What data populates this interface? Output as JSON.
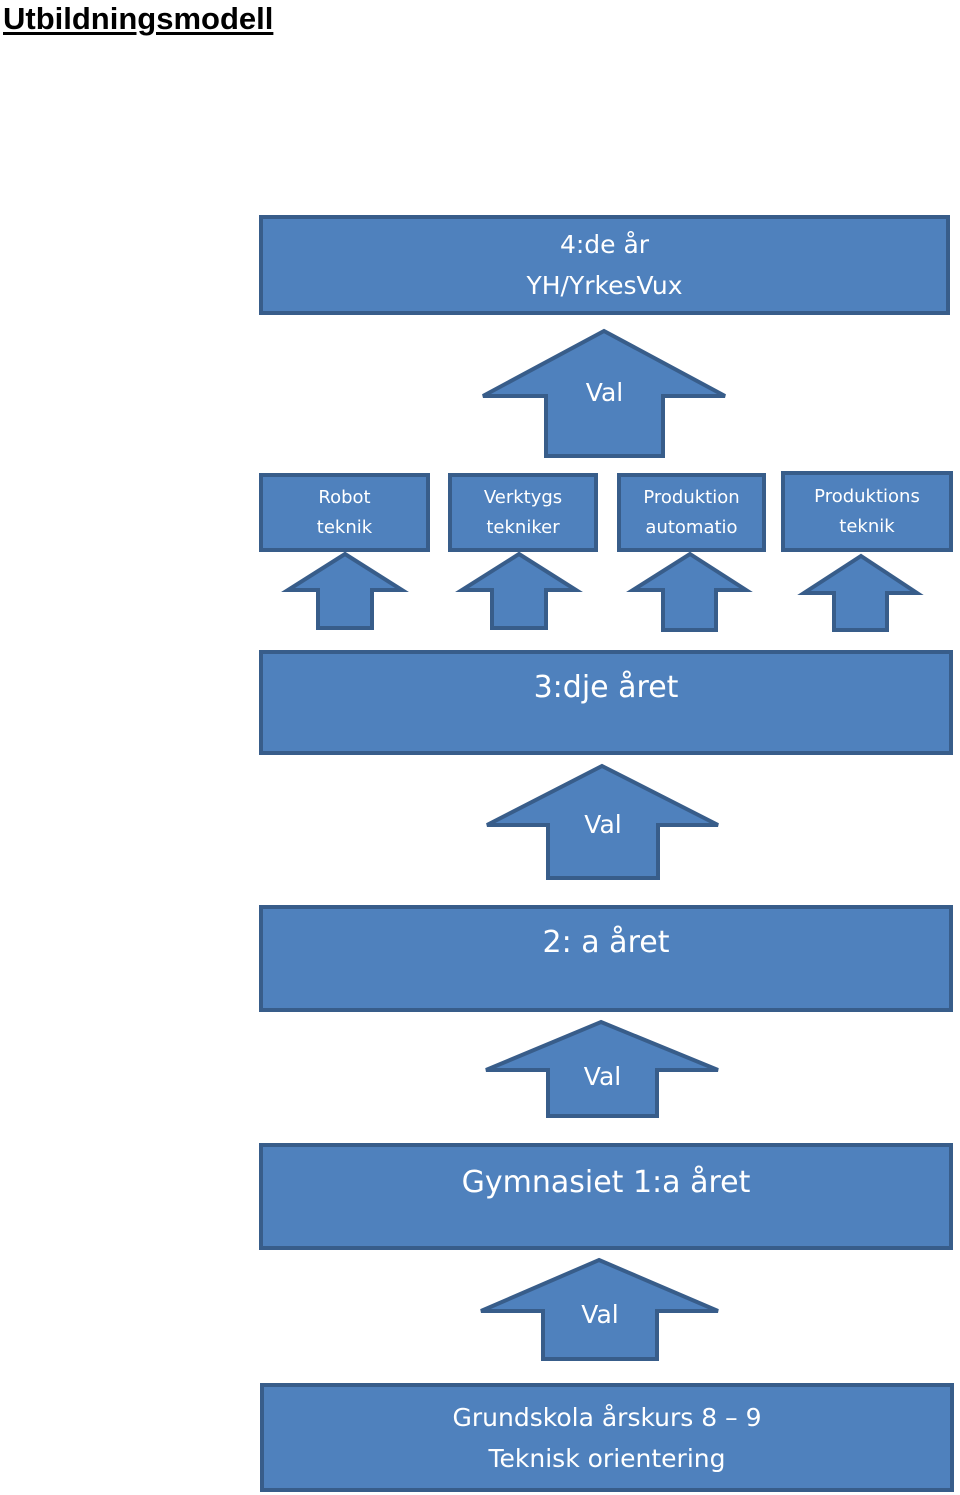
{
  "title": "Utbildningsmodell",
  "levels": {
    "year4": {
      "line1": "4:de år",
      "line2": "YH/YrkesVux"
    },
    "specializations": [
      {
        "line1": "Robot",
        "line2": "teknik"
      },
      {
        "line1": "Verktygs",
        "line2": "tekniker"
      },
      {
        "line1": "Produktion",
        "line2": "automatio"
      },
      {
        "line1": "Produktions",
        "line2": "teknik"
      }
    ],
    "year3": {
      "label": "3:dje året"
    },
    "year2": {
      "label": "2: a året"
    },
    "year1": {
      "label": "Gymnasiet 1:a året"
    },
    "grundskola": {
      "line1": "Grundskola årskurs 8 – 9",
      "line2": "Teknisk orientering"
    }
  },
  "arrows": {
    "val_label": "Val"
  },
  "colors": {
    "fill": "#4f81bd",
    "border": "#385d8a",
    "text": "#ffffff",
    "title": "#000000"
  }
}
